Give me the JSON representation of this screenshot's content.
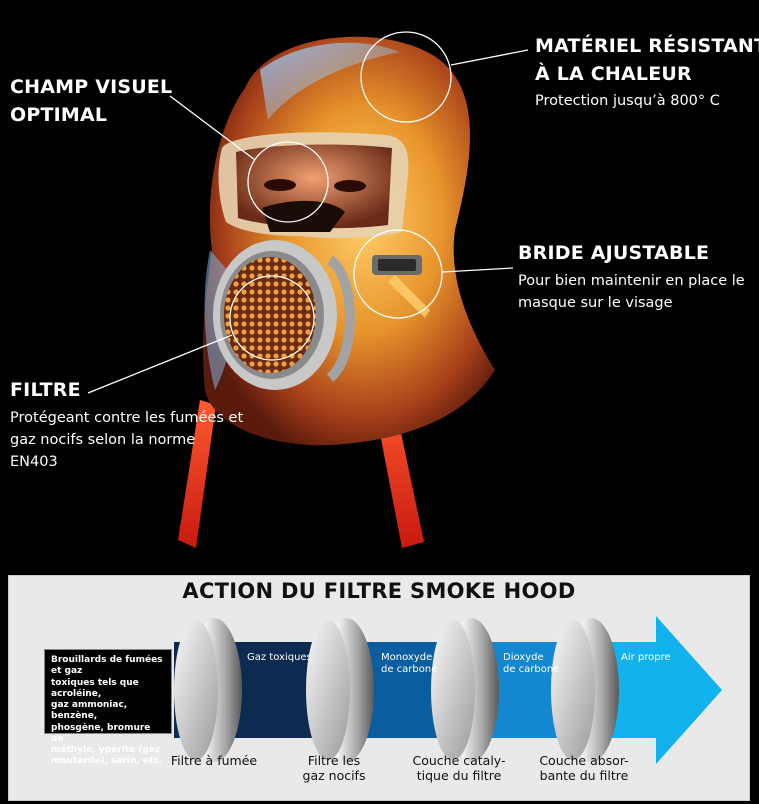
{
  "callouts": {
    "material": {
      "title_line1": "MATÉRIEL RÉSISTANT",
      "title_line2": "À LA CHALEUR",
      "description": "Protection jusqu’à 800° C"
    },
    "vision": {
      "title_line1": "CHAMP VISUEL",
      "title_line2": "OPTIMAL"
    },
    "strap": {
      "title": "BRIDE AJUSTABLE",
      "description_line1": "Pour bien maintenir en place le",
      "description_line2": "masque sur le visage"
    },
    "filter": {
      "title": "FILTRE",
      "description_line1": "Protégeant contre les fumées et",
      "description_line2": "gaz nocifs selon la norme",
      "description_line3": "EN403"
    }
  },
  "filter_panel": {
    "title": "ACTION DU FILTRE SMOKE HOOD",
    "input_description": "Brouillards de fumées et gaz\ntoxiques tels que acroléine,\ngaz ammoniac, benzène,\nphosgène, bromure de\nméthyle, ypérite (gaz\nmoutarde), sarin, etc.",
    "stages": [
      {
        "label": "Gaz toxiques",
        "color": "#0d2a50"
      },
      {
        "label_line1": "Monoxyde",
        "label_line2": "de carbone",
        "color": "#0a5ea0"
      },
      {
        "label_line1": "Dioxyde",
        "label_line2": "de carbone",
        "color": "#1387cf"
      },
      {
        "label": "Air propre",
        "color": "#12b2ee"
      }
    ],
    "filters": [
      {
        "label_line1": "Filtre à fumée",
        "label_line2": ""
      },
      {
        "label_line1": "Filtre les",
        "label_line2": "gaz nocifs"
      },
      {
        "label_line1": "Couche cataly-",
        "label_line2": "tique du filtre"
      },
      {
        "label_line1": "Couche absor-",
        "label_line2": "bante du filtre"
      }
    ]
  },
  "colors": {
    "hood_gold": "#e8a233",
    "hood_red": "#d8261c",
    "hood_blue": "#7fb3e0",
    "callout_line": "#ffffff"
  }
}
